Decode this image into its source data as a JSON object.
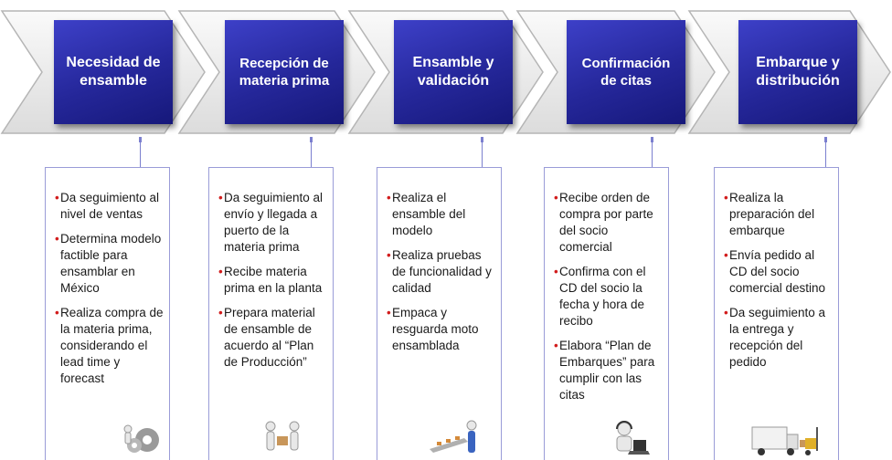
{
  "steps": [
    {
      "title": "Necesidad de ensamble",
      "bullets": [
        "Da seguimiento al nivel de ventas",
        "Determina modelo factible para ensamblar en México",
        "Realiza compra de la materia prima, considerando el lead time y forecast"
      ],
      "illustration": "gears-icon"
    },
    {
      "title": "Recepción de materia prima",
      "bullets": [
        "Da seguimiento al envío y llegada a puerto de la materia prima",
        "Recibe materia prima en la planta",
        "Prepara material de ensamble de acuerdo al “Plan de Producción”"
      ],
      "illustration": "box-handoff-icon"
    },
    {
      "title": "Ensamble y validación",
      "bullets": [
        "Realiza el ensamble del modelo",
        "Realiza pruebas de funcionalidad y calidad",
        "Empaca y resguarda moto ensamblada"
      ],
      "illustration": "conveyor-icon"
    },
    {
      "title": "Confirmación de citas",
      "bullets": [
        "Recibe orden de compra por parte del socio comercial",
        "Confirma con el CD del socio la fecha y hora de recibo",
        "Elabora “Plan de Embarques” para cumplir con las citas"
      ],
      "illustration": "headset-laptop-icon"
    },
    {
      "title": "Embarque y distribución",
      "bullets": [
        "Realiza la preparación del embarque",
        "Envía pedido al CD del socio comercial destino",
        "Da seguimiento a la entrega y recepción del pedido"
      ],
      "illustration": "truck-forklift-icon"
    }
  ],
  "colors": {
    "header_fill": "#25279a",
    "chevron_fill": "#eeeeee",
    "chevron_stroke": "#b5b5b5",
    "card_border": "#9a9cd8",
    "bullet": "#d21d1d"
  }
}
